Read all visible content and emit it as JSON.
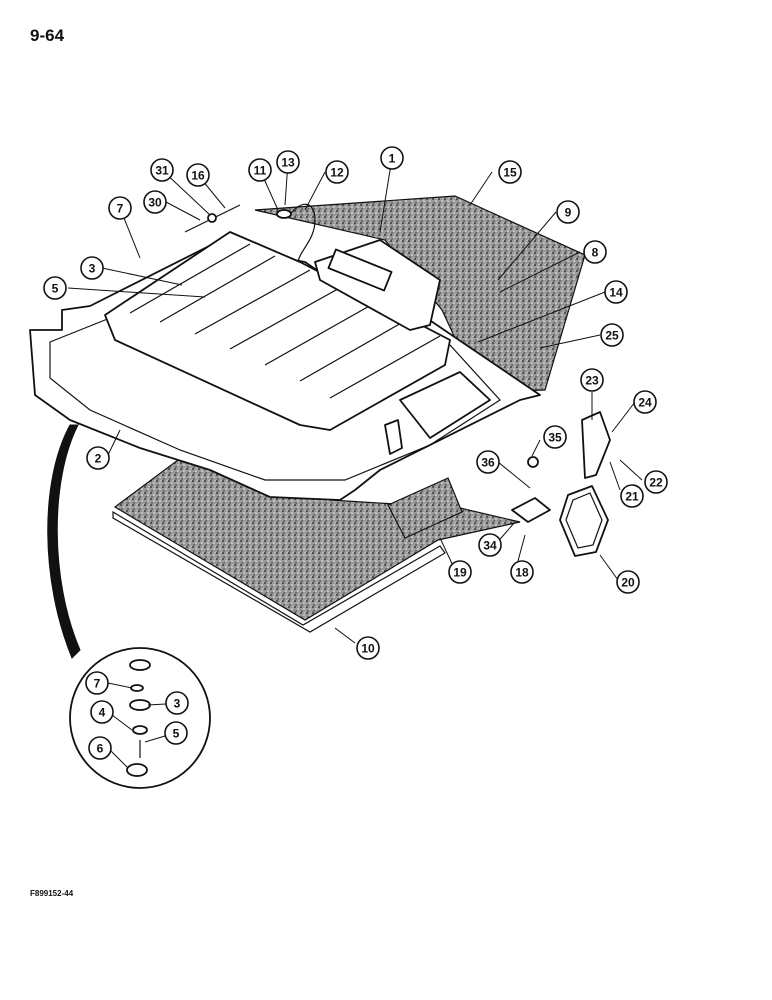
{
  "page_number": "9-64",
  "figure_code": "F899152-44",
  "callouts": [
    {
      "id": "31"
    },
    {
      "id": "16"
    },
    {
      "id": "11"
    },
    {
      "id": "13"
    },
    {
      "id": "12"
    },
    {
      "id": "1"
    },
    {
      "id": "15"
    },
    {
      "id": "7"
    },
    {
      "id": "30"
    },
    {
      "id": "9"
    },
    {
      "id": "8"
    },
    {
      "id": "3"
    },
    {
      "id": "5"
    },
    {
      "id": "14"
    },
    {
      "id": "25"
    },
    {
      "id": "23"
    },
    {
      "id": "24"
    },
    {
      "id": "2"
    },
    {
      "id": "35"
    },
    {
      "id": "36"
    },
    {
      "id": "22"
    },
    {
      "id": "21"
    },
    {
      "id": "34"
    },
    {
      "id": "19"
    },
    {
      "id": "18"
    },
    {
      "id": "20"
    },
    {
      "id": "10"
    },
    {
      "id": "7"
    },
    {
      "id": "3"
    },
    {
      "id": "4"
    },
    {
      "id": "5"
    },
    {
      "id": "6"
    }
  ]
}
